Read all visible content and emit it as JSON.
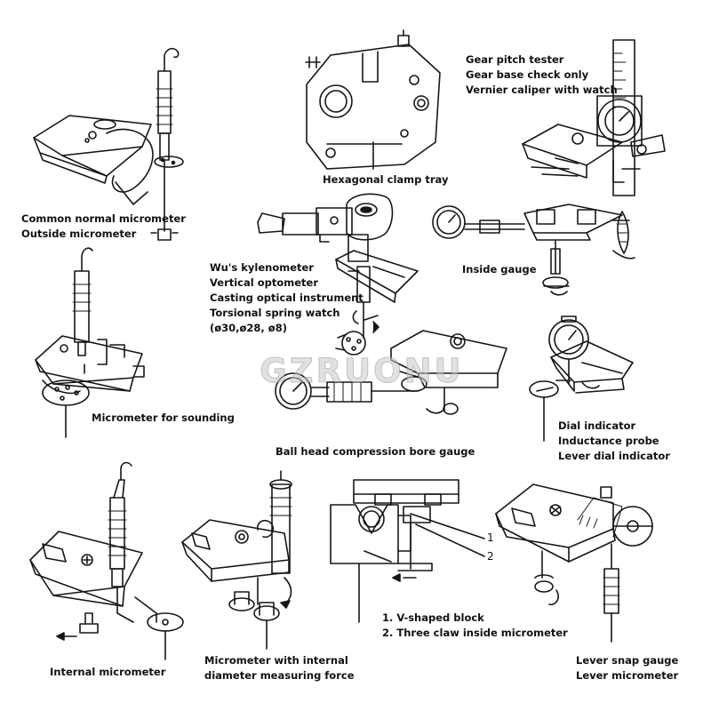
{
  "captions": {
    "micrometer_top_left": [
      "Common normal micrometer",
      "Outside micrometer"
    ],
    "hex_clamp": [
      "Hexagonal clamp tray"
    ],
    "gear_tools": [
      "Gear pitch tester",
      "Gear base check only",
      "Vernier caliper with watch"
    ],
    "optometer": [
      "Wu's kylenometer",
      "Vertical optometer",
      "Casting optical instrument",
      "Torsional spring watch",
      "(ø30,ø28, ø8)"
    ],
    "inside_gauge": [
      "Inside gauge"
    ],
    "sounding": [
      "Micrometer for sounding"
    ],
    "ball_head": [
      "Ball head compression bore gauge"
    ],
    "dial": [
      "Dial indicator",
      "Inductance probe",
      "Lever dial indicator"
    ],
    "internal": [
      "Internal micrometer"
    ],
    "internal_force": [
      "Micrometer with internal",
      "diameter measuring force"
    ],
    "vblock": [
      "1. V-shaped block",
      "2. Three claw inside micrometer"
    ],
    "lever": [
      "Lever snap gauge",
      "Lever micrometer"
    ]
  },
  "callouts": {
    "n1": "1",
    "n2": "2"
  },
  "watermark": "GZRUONU"
}
